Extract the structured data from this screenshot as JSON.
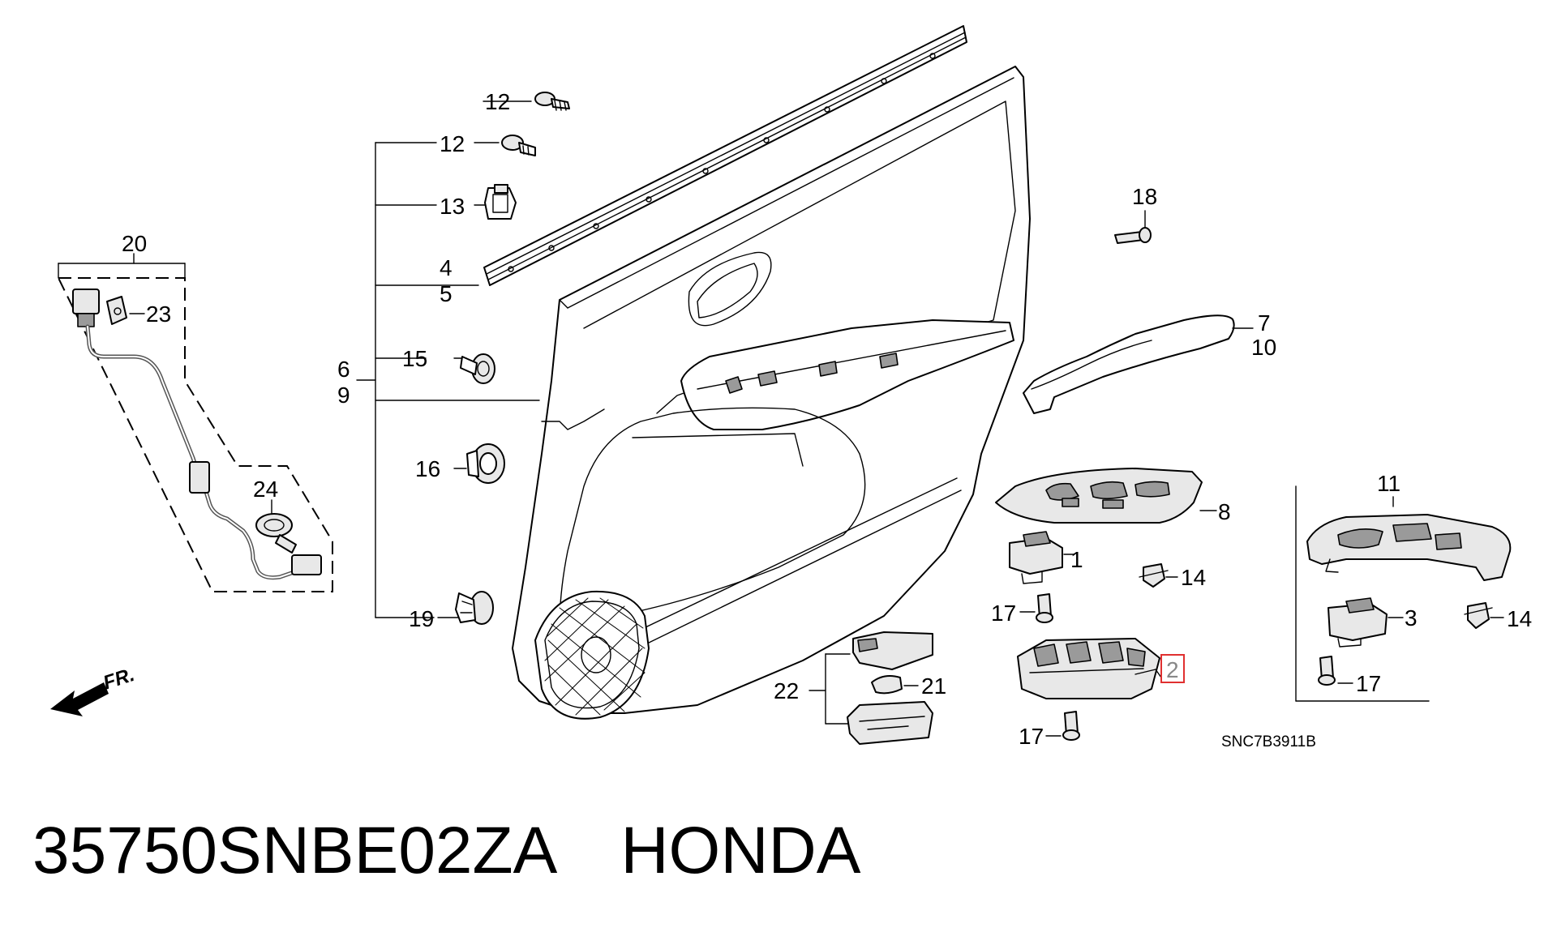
{
  "diagram": {
    "callouts": {
      "c1": "1",
      "c2": "2",
      "c3": "3",
      "c4": "4",
      "c5": "5",
      "c6": "6",
      "c7": "7",
      "c8": "8",
      "c9": "9",
      "c10": "10",
      "c11": "11",
      "c12a": "12",
      "c12b": "12",
      "c13": "13",
      "c14a": "14",
      "c14b": "14",
      "c15": "15",
      "c16": "16",
      "c17a": "17",
      "c17b": "17",
      "c17c": "17",
      "c18": "18",
      "c19": "19",
      "c20": "20",
      "c21": "21",
      "c22": "22",
      "c23": "23",
      "c24": "24"
    },
    "highlighted_callout": "2",
    "highlight_color": "#e03030",
    "front_arrow_label": "FR.",
    "drawing_code": "SNC7B3911B"
  },
  "footer": {
    "part_number": "35750SNBE02ZA",
    "brand": "HONDA"
  }
}
